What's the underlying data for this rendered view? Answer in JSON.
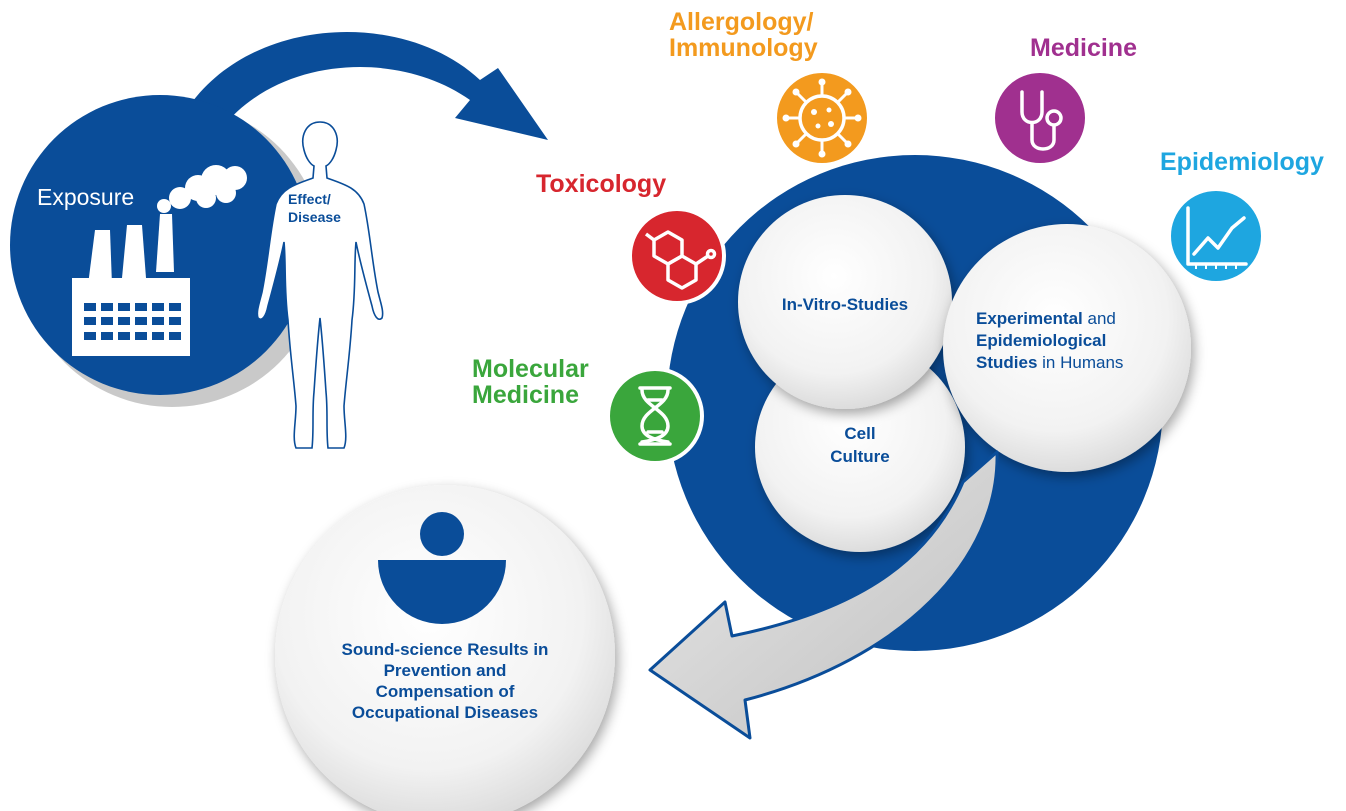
{
  "colors": {
    "brand_blue": "#0a4d99",
    "toxicology": "#d7262e",
    "allergology": "#f39a1e",
    "medicine": "#a0308f",
    "epidemiology": "#1ea6e0",
    "molecular": "#3aa63c"
  },
  "exposure": {
    "label": "Exposure",
    "effect_line1": "Effect/",
    "effect_line2": "Disease",
    "icons": [
      "factory-icon",
      "smoke-cloud-icon",
      "human-body-icon"
    ]
  },
  "disciplines": {
    "toxicology": {
      "label": "Toxicology",
      "icon": "molecule-icon"
    },
    "allergology": {
      "line1": "Allergology/",
      "line2": "Immunology",
      "icon": "virus-icon"
    },
    "medicine": {
      "label": "Medicine",
      "icon": "stethoscope-icon"
    },
    "epidemiology": {
      "label": "Epidemiology",
      "icon": "trend-chart-icon"
    },
    "molecular": {
      "line1": "Molecular",
      "line2": "Medicine",
      "icon": "dna-icon"
    }
  },
  "studies": {
    "in_vitro": "In-Vitro-Studies",
    "cell_line1": "Cell",
    "cell_line2": "Culture",
    "human_w1": "Experimental",
    "human_w2": "and",
    "human_w3": "Epidemiological",
    "human_w4": "Studies",
    "human_w5": "in Humans"
  },
  "result": {
    "line1": "Sound-science Results in",
    "line2": "Prevention and",
    "line3": "Compensation of",
    "line4": "Occupational Diseases",
    "logo_icon": "ifa-logo-icon"
  }
}
